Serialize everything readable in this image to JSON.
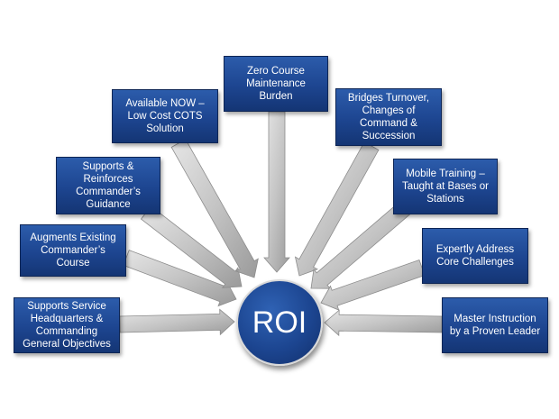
{
  "hub": {
    "label": "ROI"
  },
  "colors": {
    "box": "#1d4590",
    "hub": "#1c4590",
    "arrow": "#bfbfbf"
  },
  "boxes": [
    {
      "id": "supports-service-hq",
      "text": "Supports Service\nHeadquarters &\nCommanding\nGeneral Objectives"
    },
    {
      "id": "augments-existing",
      "text": "Augments Existing\nCommander’s\nCourse"
    },
    {
      "id": "supports-reinforces",
      "text": "Supports &\nReinforces\nCommander’s\nGuidance"
    },
    {
      "id": "available-now",
      "text": "Available NOW –\nLow Cost COTS\nSolution"
    },
    {
      "id": "zero-course",
      "text": "Zero Course\nMaintenance\nBurden"
    },
    {
      "id": "bridges-turnover",
      "text": "Bridges Turnover,\nChanges of\nCommand &\nSuccession"
    },
    {
      "id": "mobile-training",
      "text": "Mobile Training –\nTaught at Bases or\nStations"
    },
    {
      "id": "expertly-address",
      "text": "Expertly Address\nCore Challenges"
    },
    {
      "id": "master-instruction",
      "text": "Master Instruction\nby a Proven Leader"
    }
  ]
}
